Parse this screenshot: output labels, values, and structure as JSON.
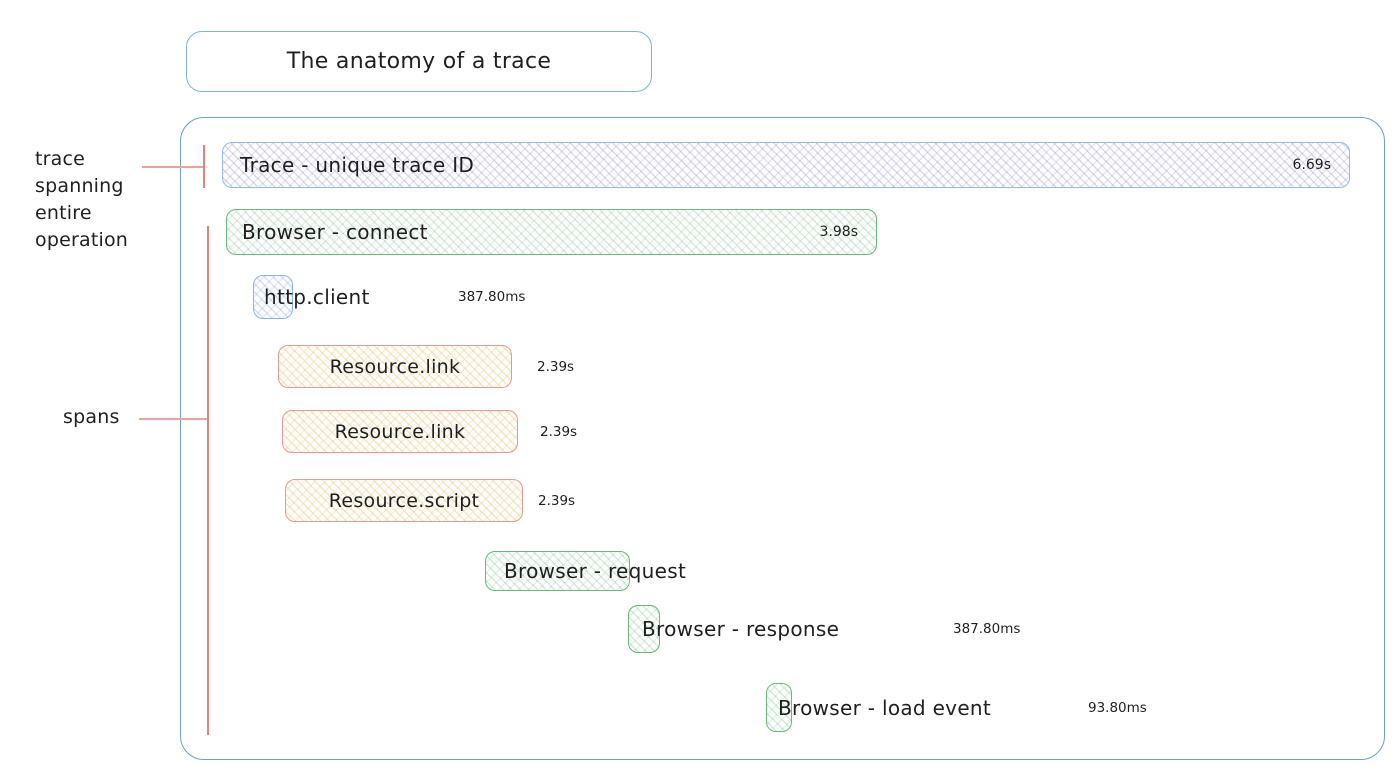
{
  "title_box": {
    "label": "The anatomy of a trace"
  },
  "annotations": {
    "trace": {
      "lines": [
        "trace",
        "spanning",
        "entire",
        "operation"
      ]
    },
    "spans": {
      "label": "spans"
    }
  },
  "trace_bar": {
    "label": "Trace - unique trace ID",
    "duration": "6.69s"
  },
  "spans": [
    {
      "name": "browser-connect",
      "label": "Browser - connect",
      "duration": "3.98s",
      "color": "green"
    },
    {
      "name": "http-client",
      "label": "http.client",
      "duration": "387.80ms",
      "color": "blue"
    },
    {
      "name": "resource-link-1",
      "label": "Resource.link",
      "duration": "2.39s",
      "color": "yellow"
    },
    {
      "name": "resource-link-2",
      "label": "Resource.link",
      "duration": "2.39s",
      "color": "yellow"
    },
    {
      "name": "resource-script",
      "label": "Resource.script",
      "duration": "2.39s",
      "color": "yellow"
    },
    {
      "name": "browser-request",
      "label": "Browser - request",
      "duration": "",
      "color": "green"
    },
    {
      "name": "browser-response",
      "label": "Browser - response",
      "duration": "387.80ms",
      "color": "green"
    },
    {
      "name": "browser-load-event",
      "label": "Browser - load event",
      "duration": "93.80ms",
      "color": "green"
    }
  ],
  "colors": {
    "container_border": "#6d9bd3",
    "title_border": "#7eb1e3",
    "trace_border": "#96b7e9",
    "green_border": "#67b87b",
    "yellow_border": "#e69a8d",
    "blue_border": "#8ab4e8",
    "annotation_line": "#e4817a",
    "purple_fill_stroke": "#8976db",
    "green_fill_stroke": "#5cba78",
    "yellow_fill_stroke": "#e9c264",
    "blue_fill_stroke": "#7aa3eb",
    "text": "#1f1f1f"
  }
}
